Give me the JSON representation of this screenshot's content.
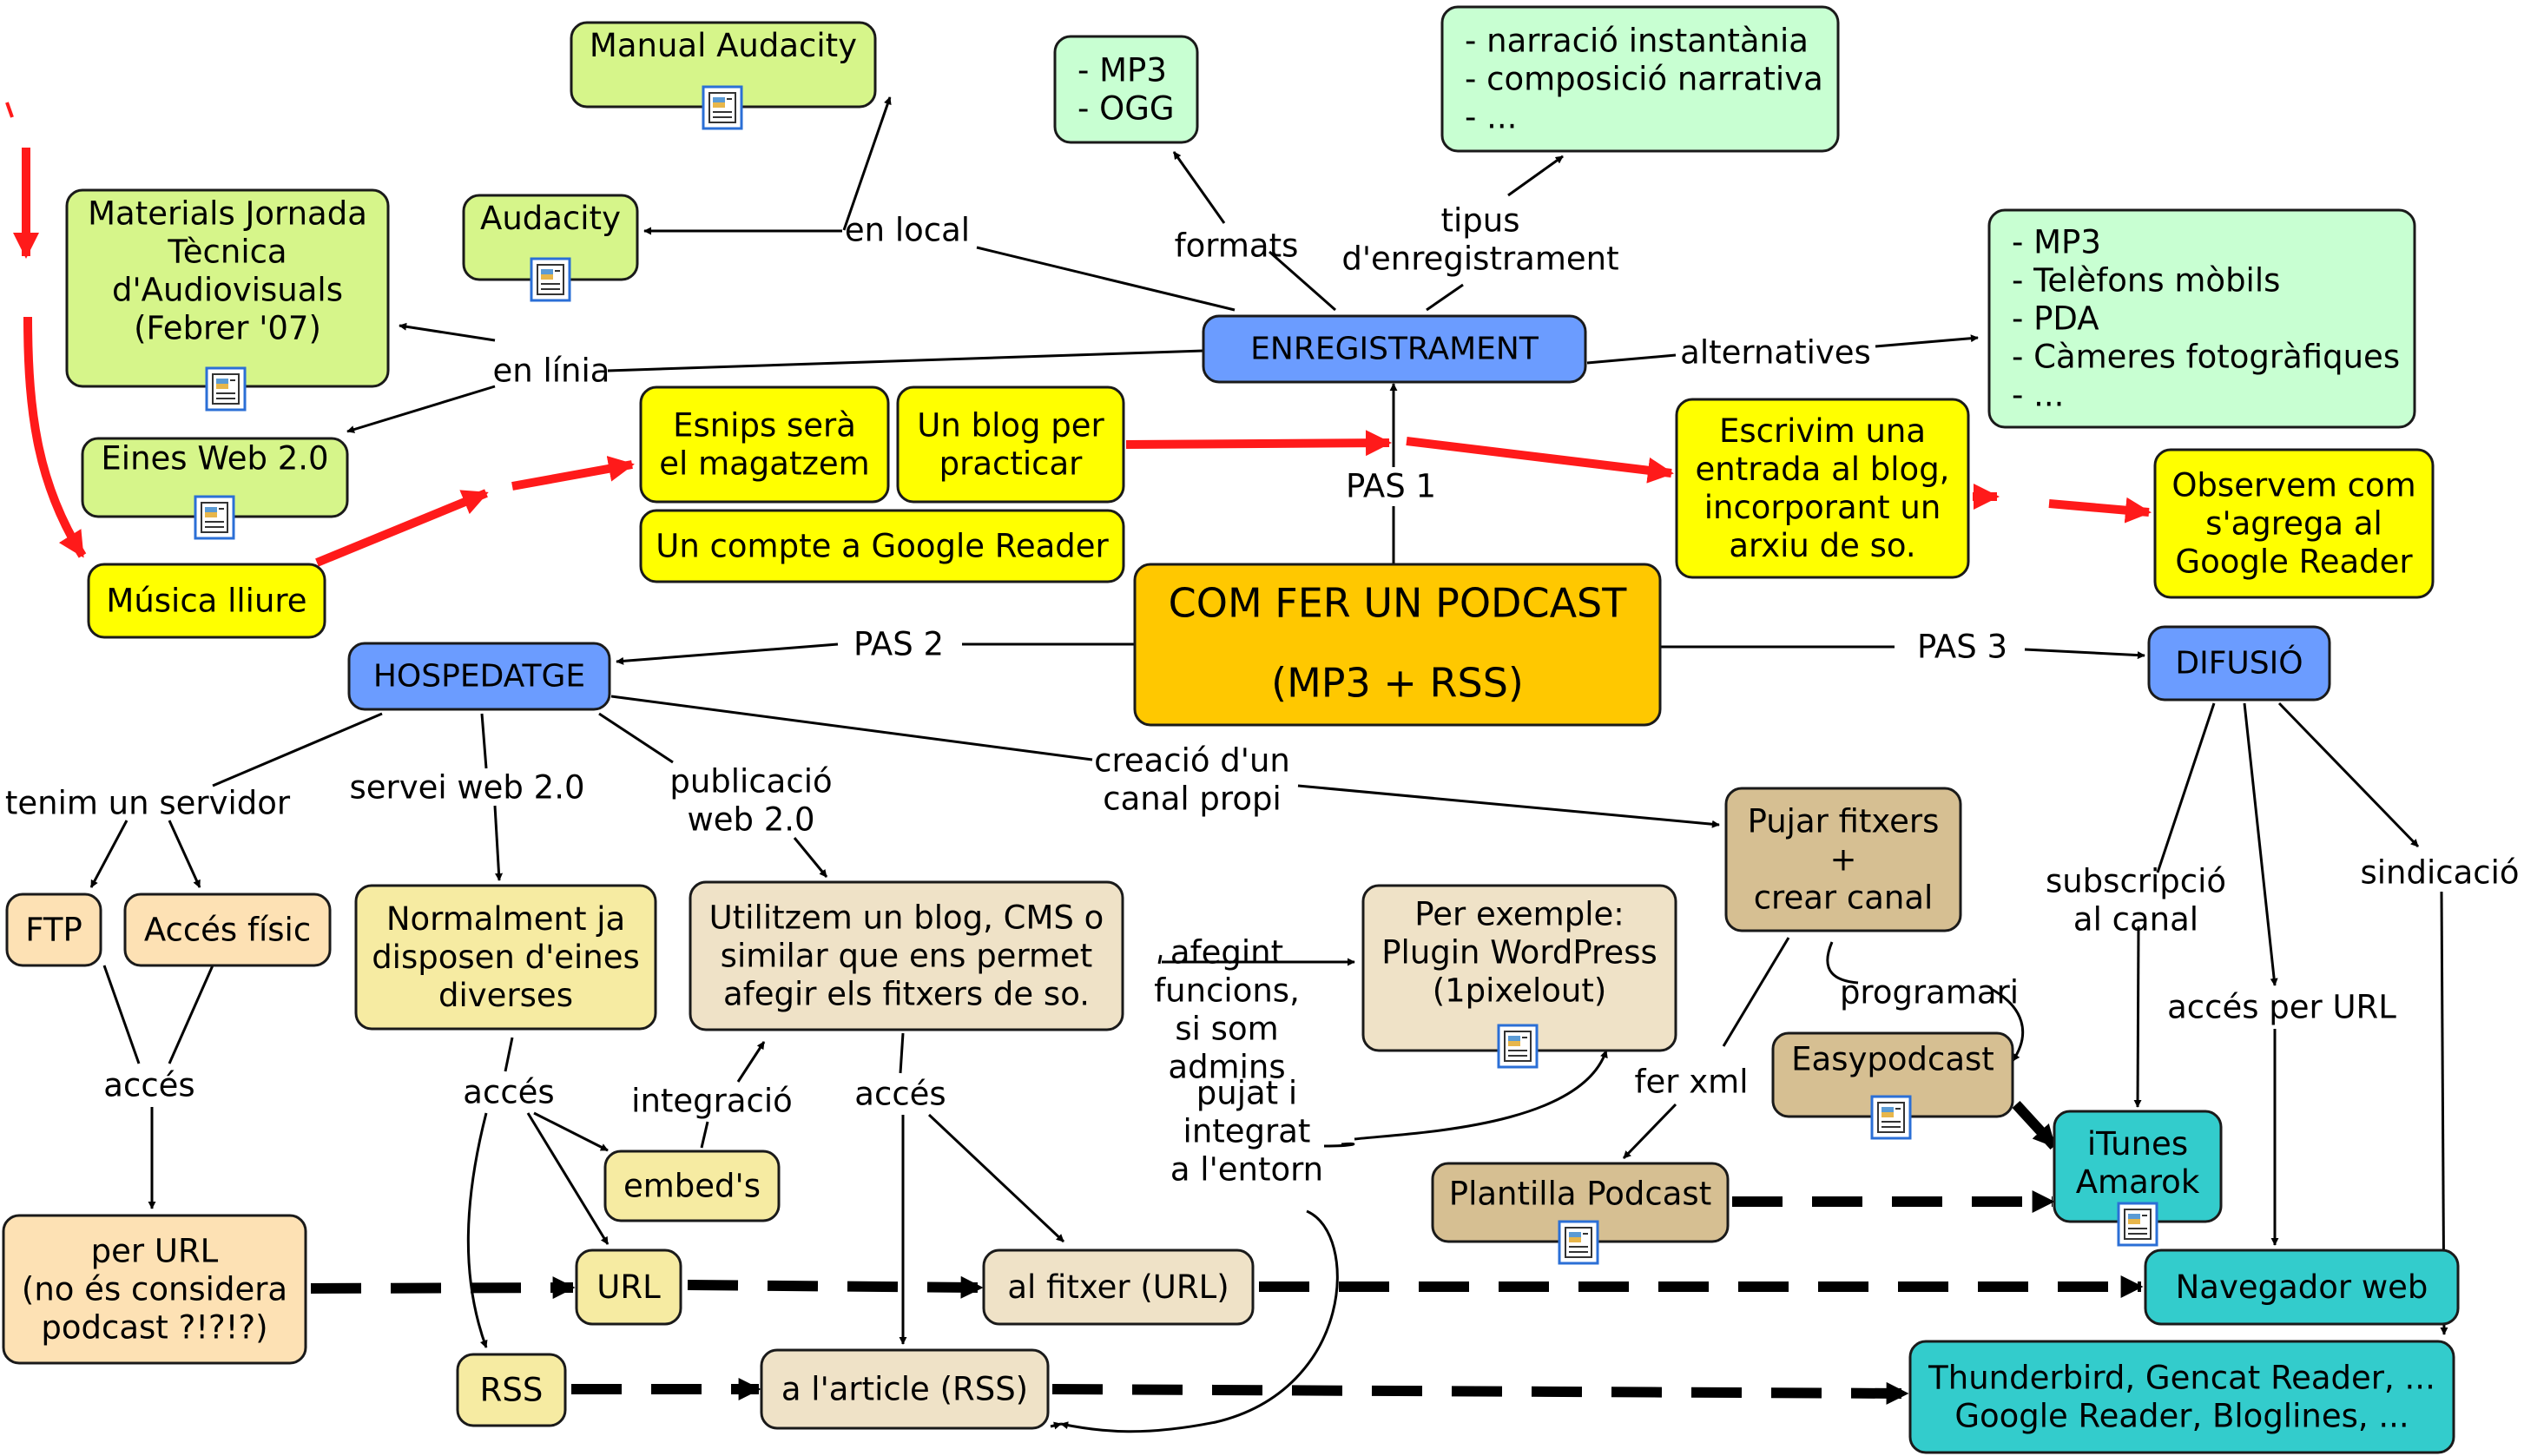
{
  "title": "COM FER UN PODCAST",
  "colors": {
    "blue": "#6b9cff",
    "orange": "#ffc800",
    "yellow": "#ffff00",
    "lime": "#d6f58a",
    "mint": "#c8ffd2",
    "tan": "#d6bf92",
    "beige": "#efe2c7",
    "paleyellow": "#f6eba2",
    "peach": "#fde1b4",
    "teal": "#33cccc",
    "red_arrow": "#ff1a1a"
  },
  "nodes": {
    "podcast": {
      "lines": [
        "COM FER UN PODCAST",
        "(MP3 + RSS)"
      ]
    },
    "enregistrament": {
      "lines": [
        "ENREGISTRAMENT"
      ]
    },
    "hospedatge": {
      "lines": [
        "HOSPEDATGE"
      ]
    },
    "difusio": {
      "lines": [
        "DIFUSIÓ"
      ]
    },
    "manual_audacity": {
      "lines": [
        "Manual Audacity"
      ]
    },
    "audacity": {
      "lines": [
        "Audacity"
      ]
    },
    "materials": {
      "lines": [
        "Materials Jornada",
        "Tècnica",
        "d'Audiovisuals",
        "(Febrer '07)"
      ]
    },
    "eines_web": {
      "lines": [
        "Eines Web 2.0"
      ]
    },
    "musica_lliure": {
      "lines": [
        "Música lliure"
      ]
    },
    "mp3_ogg": {
      "lines": [
        "- MP3",
        "- OGG"
      ]
    },
    "narracio": {
      "lines": [
        "- narració instantània",
        "- composició narrativa",
        "- ..."
      ]
    },
    "alternatives_box": {
      "lines": [
        "- MP3",
        "- Telèfons mòbils",
        "- PDA",
        "- Càmeres fotogràfiques",
        "- ..."
      ]
    },
    "esnips": {
      "lines": [
        "Esnips serà",
        "el magatzem"
      ]
    },
    "blog_practicar": {
      "lines": [
        "Un blog per",
        "practicar"
      ]
    },
    "google_reader_account": {
      "lines": [
        "Un compte a Google Reader"
      ]
    },
    "escrivim": {
      "lines": [
        "Escrivim una",
        "entrada al blog,",
        "incorporant un",
        "arxiu de so."
      ]
    },
    "observem": {
      "lines": [
        "Observem com",
        "s'agrega al",
        "Google Reader"
      ]
    },
    "ftp": {
      "lines": [
        "FTP"
      ]
    },
    "acces_fisic": {
      "lines": [
        "Accés físic"
      ]
    },
    "normalment": {
      "lines": [
        "Normalment ja",
        "disposen d'eines",
        "diverses"
      ]
    },
    "utilitzem": {
      "lines": [
        "Utilitzem un blog, CMS o",
        "similar que ens permet",
        "afegir els fitxers de so."
      ]
    },
    "per_exemple": {
      "lines": [
        "Per exemple:",
        "Plugin WordPress",
        "(1pixelout)"
      ]
    },
    "pujar": {
      "lines": [
        "Pujar fitxers",
        "+",
        "crear canal"
      ]
    },
    "easypodcast": {
      "lines": [
        "Easypodcast"
      ]
    },
    "plantilla": {
      "lines": [
        "Plantilla Podcast"
      ]
    },
    "itunes": {
      "lines": [
        "iTunes",
        "Amarok"
      ]
    },
    "embeds": {
      "lines": [
        "embed's"
      ]
    },
    "per_url": {
      "lines": [
        "per URL",
        "(no és considera",
        "podcast ?!?!?)"
      ]
    },
    "url": {
      "lines": [
        "URL"
      ]
    },
    "al_fitxer": {
      "lines": [
        "al fitxer (URL)"
      ]
    },
    "navegador": {
      "lines": [
        "Navegador web"
      ]
    },
    "rss": {
      "lines": [
        "RSS"
      ]
    },
    "a_larticle": {
      "lines": [
        "a l'article (RSS)"
      ]
    },
    "thunderbird": {
      "lines": [
        "Thunderbird, Gencat Reader, ...",
        "Google Reader, Bloglines, ..."
      ]
    }
  },
  "link_labels": {
    "en_local": [
      "en local"
    ],
    "en_linia": [
      "en línia"
    ],
    "formats": [
      "formats"
    ],
    "tipus": [
      "tipus",
      "d'enregistrament"
    ],
    "alternatives": [
      "alternatives"
    ],
    "pas1": [
      "PAS 1"
    ],
    "pas2": [
      "PAS 2"
    ],
    "pas3": [
      "PAS 3"
    ],
    "tenim": [
      "tenim un servidor"
    ],
    "servei": [
      "servei web 2.0"
    ],
    "publicacio": [
      "publicació",
      "web 2.0"
    ],
    "creacio": [
      "creació d'un",
      "canal propi"
    ],
    "afegint": [
      "afegint",
      "funcions,",
      "si som",
      "admins"
    ],
    "subscripcio": [
      "subscripció",
      "al canal"
    ],
    "sindicacio": [
      "sindicació"
    ],
    "acces_url": [
      "accés per URL"
    ],
    "programari": [
      "programari"
    ],
    "fer_xml": [
      "fer xml"
    ],
    "pujat": [
      "pujat i",
      "integrat",
      "a l'entorn"
    ],
    "acces1": [
      "accés"
    ],
    "acces2": [
      "accés"
    ],
    "acces3": [
      "accés"
    ],
    "integracio": [
      "integració"
    ]
  }
}
